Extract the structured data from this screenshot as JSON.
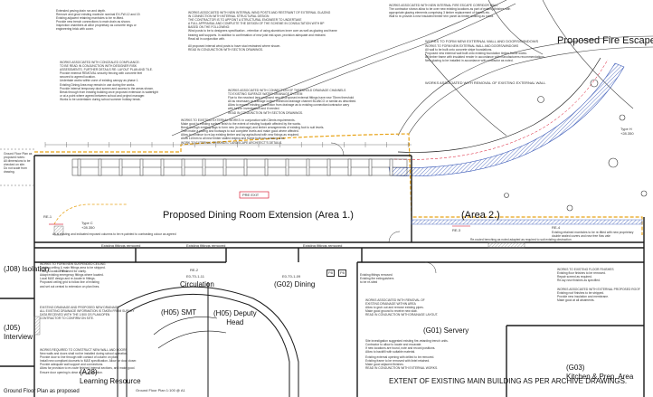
{
  "rooms": {
    "dining_extension": "Proposed Dining Room Extension (Area 1.)",
    "area2": "(Area 2.)",
    "fire_escape": "Proposed Fire Escape Corrid",
    "isolation": "(J08) Isolation",
    "interview": "(J05)\nInterview",
    "circulation_code": "E0-T0-1-11",
    "circulation": "Circulation",
    "dining_code": "E0-T0-1-09",
    "dining": "(G02) Dining",
    "p8": "P8",
    "p8b": "P8",
    "smt": "(H05) SMT",
    "deputy_head": "(H05) Deputy\nHead",
    "servery": "(G01) Servery",
    "kitchen": "(G03)\nKitchen & Prep. Area",
    "learning": "(A28)\nLearning Resource"
  },
  "footer": {
    "left": "Ground Floor Plan as proposed",
    "left_small": "Ground Floor Plan 1:100 @ A1",
    "right": "EXTENT OF EXISTING MAIN BUILDING AS PER ARCHIVE DRAWINGS."
  },
  "labels": {
    "pre_exit": "PRE EXIT",
    "type_c": "Type C\n+28.350",
    "type_h": "Type H\n+28.350",
    "ref_b1": "Existing fittings removed",
    "ref_b2": "Existing fittings removed",
    "ref_b3": "Existing fittings removed",
    "extend_note": "Existing fittings removed\nExisting fire extinguishers\nto be re-sited",
    "refurb_note": "As is existing and indicated exposed columns to be re-painted to contrasting colour as agreed",
    "area2_note": "Re-routed benching as noted adapted as required to suit existing obstruction",
    "right_note": "Existing retained manholes to be re-fitted with new proprietary\ndouble sealed covers and new free flow vale"
  },
  "notes": {
    "n1": "Extended paving drain run and depth.\nRemove and grout existing manhole nominal EX-FW-12 and 19.\nExisting adjacent retaining manholes to be re-fitted.\nProvide new trench connections to main drain as shown.\nInspection chambers at all/or proprietary as concrete rings or\nengineering brick with cover.",
    "n2": "WORKS ASSOCIATED WITH NEW INTERNAL WIND POSTS AND RESTRAINT OF EXTERNAL GLAZING\nIN CONNECTION WITH INTERNAL STRUCTURAL DESIGN\nTHE CONTRACTOR IS TO APPOINT A STRUCTURAL ENGINEER TO UNDERTAKE\nA FULL APPRAISAL AND COMPLETE THE DESIGN OF THE SCHEME IN CONSULTATION WITH BP\nBASED ON THE FOLLOWING:\nWind posts to be to designers specification - retention of using aluminium inner core as well as glazing and frame\nbearing wall supports. In addition to confirmation of new joist mid-span, provision adequate and restraint.\nRead all in conjunction with.\n\nAll proposed internal wind posts to have stud restrained where shown.\nREAD IN CONJUNCTION WITH SECTION DRAWINGS.",
    "n3": "WORKS ASSOCIATED WITH NEW INTERNAL FIRE ESCAPE CORRIDOR WALL\nThe contractor shown allow to be over new existing locations as part of existing finishes with\nappropriate glazing elements comprising 3 timber replacement of frames etc.\nWall to re-provide a new insulated timber trim panel as timber existing as noted.",
    "n4": "WORKS TO FORM NEW EXTERNAL WALL AND DOORS/WINDOWS\nAll wall to be built onto concrete stripe foundations.\nProposed new external wall built onto existing foundation timber frame works.\nAll timber frame with insulated render in accordance with manufacturers recommendations.\nNew glazing to be installed in accordance with contractor as noted.",
    "n5": "WORKS ASSOCIATED WITH CONNECTION OF THRESHOLD DRAINAGE CHANNELS\nTO EXISTING SURFACE WATER DRAINAGE SYSTEM\nFlue to the new/and lane proposed new till proposed external fittings have new 75mm threshold\nAll as necessary at drainage outline threshold drainage channel BLANCO or similar as described.\nAllow to expose existing connection from drainage as to existing connection/contractor carry\nwith further investigation and if needed.\nREAD IN CONJUNCTION WITH SECTION DRAWINGS.",
    "n6": "WORKS ASSOCIATED WITH CONCEALED COMPLIANCE:\nTO BE READ IN CONJUNCTION WITH DESIGNER RISK\nASSESSMENTS. FURTHER DETAILS RE: LAYOUT PLAN AND TILE.\nProvide external REMOVAL security fencing with concrete feet\nsecured to agreed location.\nUndertake works within zone of existing canopy as phase 1.\nExisting Dining Area may remain in use during the works.\nProvide internal temporary dust screen and access to the areas shown.\nBreak through from existing building once proposed extension is watertight\nor at a point where agreed between school and project manager.\nWorks to be undertaken during school summer holiday break.",
    "n7": "WORKS TO EXISTING EXTERNAL WORKS: in conjunction with Clients requirements.\nMake good to existing surface finish to the extent of existing footpath affected by the works.\nBreak through existing flags to form new (to drainage) and timber arrangements of existing foot to suit levels.\nThen make a paving and footways to suit complete levels and make good where affected.\nAllow to continue to re-lay existing timber and lay agricultural with new fixings as required.\nAllow 110mm to all new timber stalled edging and frame built into existing area.\nWORK TO EXTERNAL GROUNDS / LANDSCAPE ARCHITECT'S DETAILS.",
    "n8": "WORKS TO FORM NEW SUSPENDED CEILING\nExisting ceiling & main fittings area to be stripped.\nFittings location removed for clarity.\nAdapt existing emergency fittings where located.\nLocal M&E design and re-locate in fittings.\nProposed ceiling grid to follow line of existing\nand set out central to extension on plan lines.",
    "n9": "EXISTING DRAINAGE AND PROPOSED NEW DRAINAGE\nALL EXISTING DRAINAGE INFORMATION IS TAKEN FROM SURVEY\nDATA RECEIVED WITH THE 1:500 OS PLAN/OPEN\nCONTRACTOR TO CONFIRM ON SITE.",
    "n10": "WORKS REQUIRED TO CONSTRUCT NEW WALL AND DOORS\nNew walls and doors shall not be installed during school operation.\nProvide door to line through with contact of column on plan.\nInstall new compliant doorsets to M&E specification. Allow for door closer.\nProvide adequate wall support and connections.\nAllow for provision to re-route finished internal sections, and make good.\nEnsure door opening is clear of any obstruction.",
    "n11": "WORKS TO EXISTING FLOOR FINISHES\nExisting floor finishes to be removed.\nRepair screed as required.\nRe-lay new finishes as specified.",
    "n12": "WORKS ASSOCIATED WITH EXTERNAL PROPOSED ROOF\nExisting roof finishes to be stripped.\nProvide new insulation and membrane.\nMake good at all abutments.",
    "n13": "WORKS ASSOCIATED WITH REMOVAL OF\nEXISTING DRAINAGE WITHIN AREA\nAllow to grub out and remove existing pipes.\nMake good ground to receive new slab.\nREAD IN CONJUNCTION WITH DRAINAGE LAYOUT.",
    "n14": "Site investigation suggested existing fire-retarding trench units.\nContractor to allow to locate and excavate.\nIf new locations are found, note and record positions.\nAllow to backfill with suitable material.",
    "n15": "Existing external opening with drilled to be removed.\nExisting frame to be removed with lintel retained.\nMake good adjacent finishes.\nREAD IN CONJUNCTION WITH EXTERNAL WORKS.",
    "n16": "Ground Floor Plan as proposed notes:\nAll dimensions to be checked on site.\nDo not scale from drawing."
  },
  "red_labels": {
    "r1": "WORKS TO FORM NEW EXTERNAL WALL AND DOORS/WINDOWS",
    "r2": "WORKS ASSOCIATED WITH REMOVAL OF EXISTING EXTERNAL WALL",
    "r3": "RE-1",
    "r4": "RE-1",
    "r5": "RE-2",
    "r6": "RE-3",
    "r7": "RE-4"
  },
  "colors": {
    "line": "#1a1a1a",
    "orange": "#e8a317",
    "red": "#d6001c",
    "blue_hatch": "#3b5ab8",
    "grey": "#888888"
  }
}
